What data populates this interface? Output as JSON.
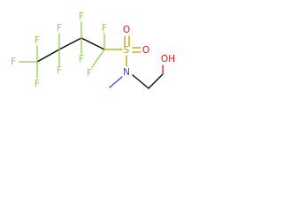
{
  "molecule": {
    "atom_colors": {
      "F": "#8fce55",
      "S": "#b5a000",
      "O": "#e8100e",
      "N": "#3d49c9",
      "C": "#000000"
    },
    "labels": {
      "f": "F",
      "s": "S",
      "o": "O",
      "n": "N",
      "oh": "OH"
    }
  }
}
